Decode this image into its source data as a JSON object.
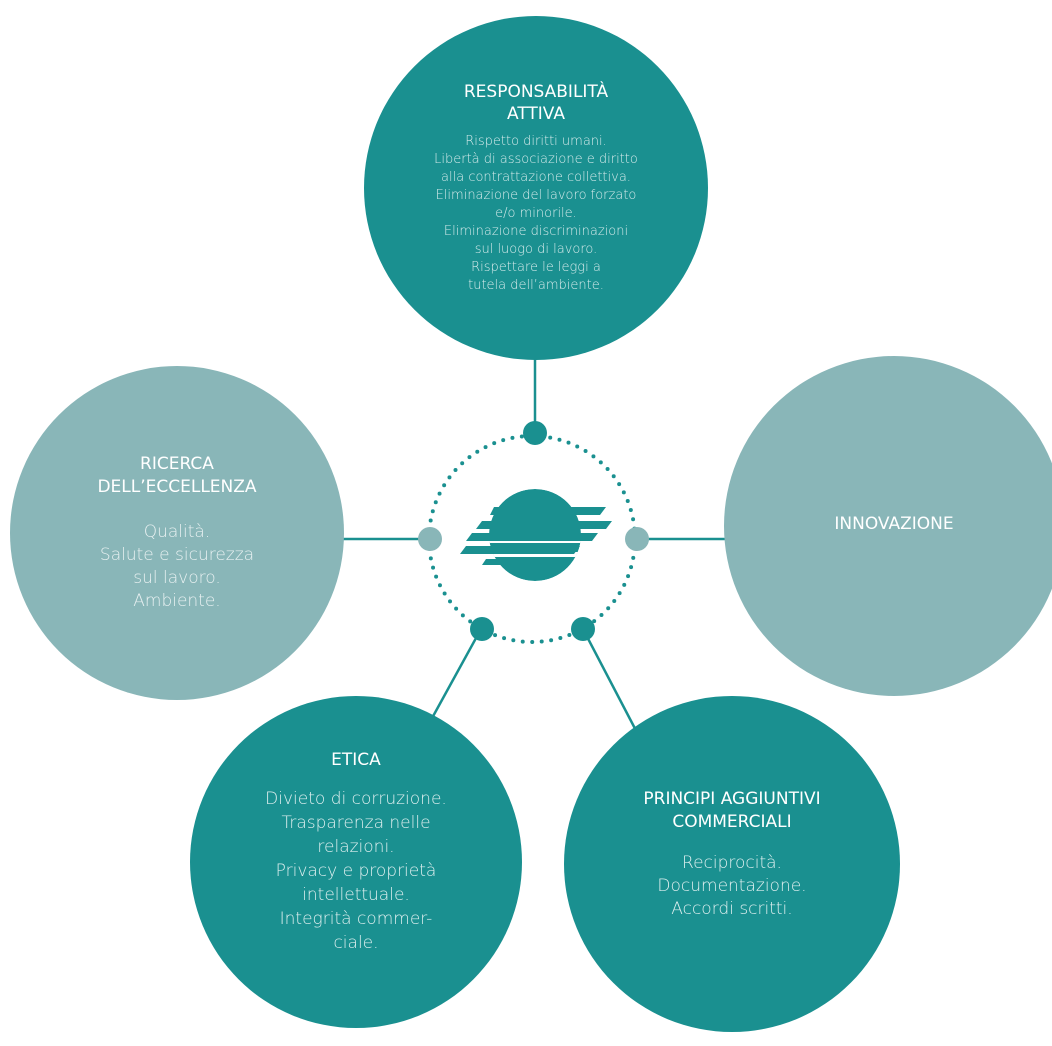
{
  "colors": {
    "dark_teal": "#1a9090",
    "light_teal": "#89b6b8",
    "white": "#ffffff"
  },
  "center_logo": {
    "icon": "striped-globe-logo"
  },
  "nodes": {
    "responsabilita": {
      "title": [
        "RESPONSABILITÀ",
        "ATTIVA"
      ],
      "body": [
        "Rispetto diritti umani.",
        "Libertà di associazione e diritto",
        "alla contrattazione collettiva.",
        "Eliminazione del lavoro forzato",
        "e/o minorile.",
        "Eliminazione discriminazioni",
        "sul luogo di lavoro.",
        "Rispettare le leggi a",
        "tutela dell’ambiente."
      ]
    },
    "ricerca": {
      "title": [
        "RICERCA",
        "DELL’ECCELLENZA"
      ],
      "body": [
        "Qualità.",
        "Salute e sicurezza",
        "sul lavoro.",
        "Ambiente."
      ]
    },
    "innovazione": {
      "title": [
        "INNOVAZIONE"
      ]
    },
    "etica": {
      "title": [
        "ETICA"
      ],
      "body": [
        "Divieto di corruzione.",
        "Trasparenza nelle",
        "relazioni.",
        "Privacy e proprietà",
        "intellettuale.",
        "Integrità commer-",
        "ciale."
      ]
    },
    "principi": {
      "title": [
        "PRINCIPI AGGIUNTIVI",
        "COMMERCIALI"
      ],
      "body": [
        "Reciprocità.",
        "Documentazione.",
        "Accordi scritti."
      ]
    }
  }
}
